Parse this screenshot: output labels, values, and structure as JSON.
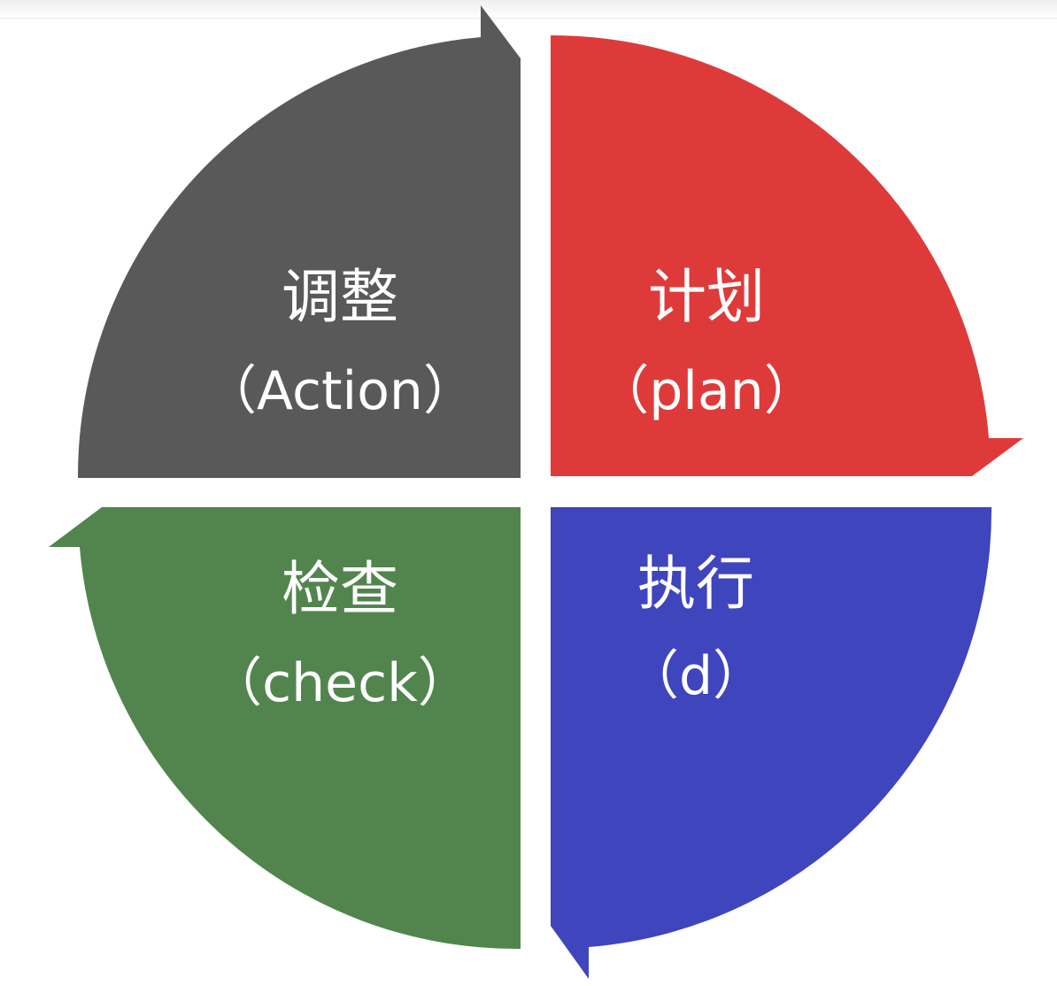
{
  "diagram": {
    "quadrants": [
      {
        "id": "plan",
        "title": "计划",
        "subtitle": "（plan）",
        "color": "#df3a3a"
      },
      {
        "id": "do",
        "title": "执行",
        "subtitle": "（d）",
        "color": "#3f45bd"
      },
      {
        "id": "check",
        "title": "检查",
        "subtitle": "（check）",
        "color": "#52854e"
      },
      {
        "id": "action",
        "title": "调整",
        "subtitle": "（Action）",
        "color": "#595959"
      }
    ]
  }
}
